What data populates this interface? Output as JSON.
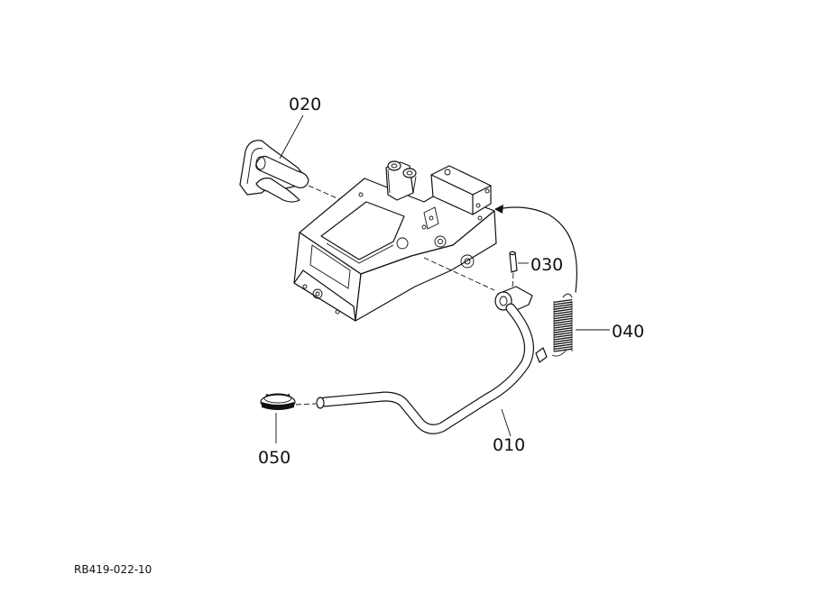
{
  "callouts": {
    "p010": "010",
    "p020": "020",
    "p030": "030",
    "p040": "040",
    "p050": "050"
  },
  "reference_code": "RB419-022-10",
  "colors": {
    "line": "#111111",
    "background": "#ffffff"
  }
}
